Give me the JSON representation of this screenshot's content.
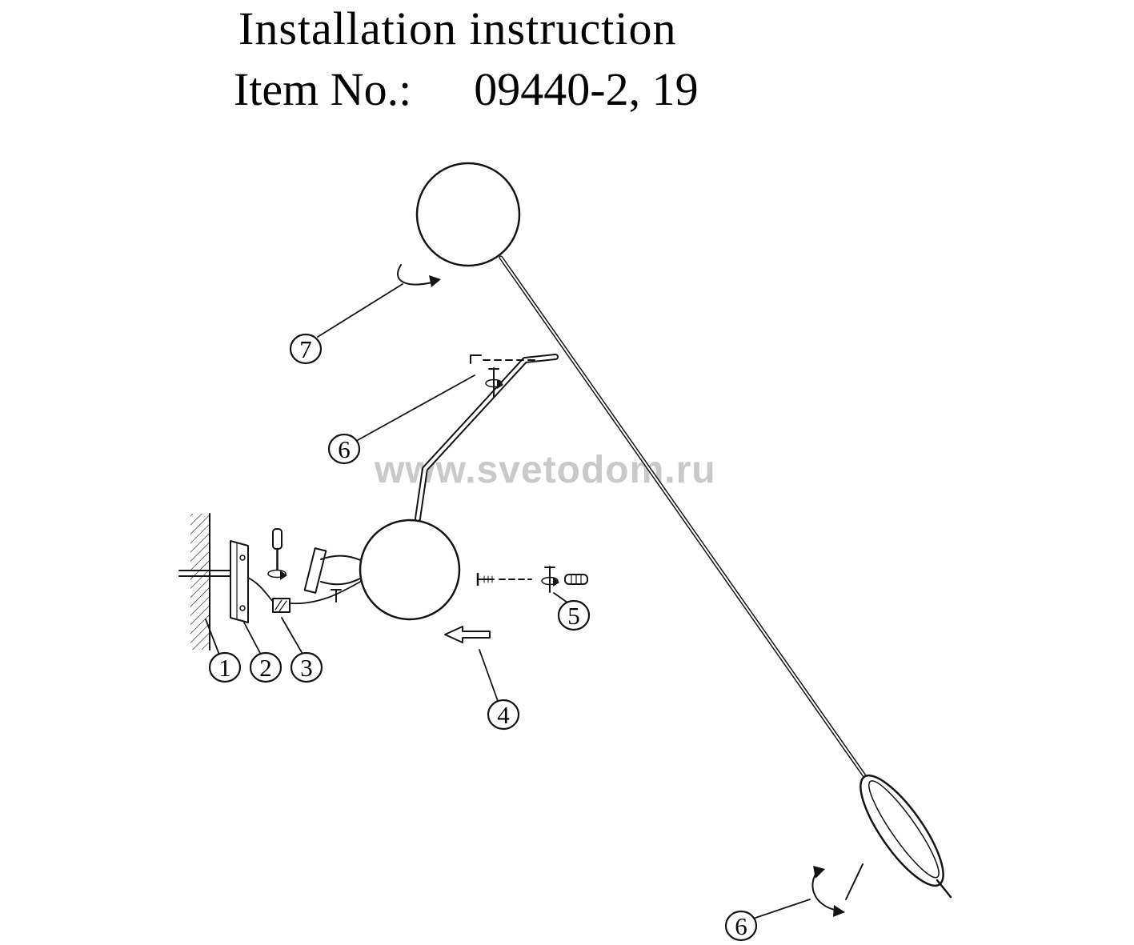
{
  "header": {
    "title": "Installation instruction",
    "item_label": "Item No.:",
    "item_value": "09440-2, 19"
  },
  "watermark": "www.svetodom.ru",
  "callouts": {
    "one": "1",
    "two": "2",
    "three": "3",
    "four": "4",
    "five": "5",
    "six_upper": "6",
    "six_lower": "6",
    "seven": "7"
  },
  "colors": {
    "line": "#141414",
    "watermark": "#a6a6a6",
    "background": "#ffffff"
  }
}
